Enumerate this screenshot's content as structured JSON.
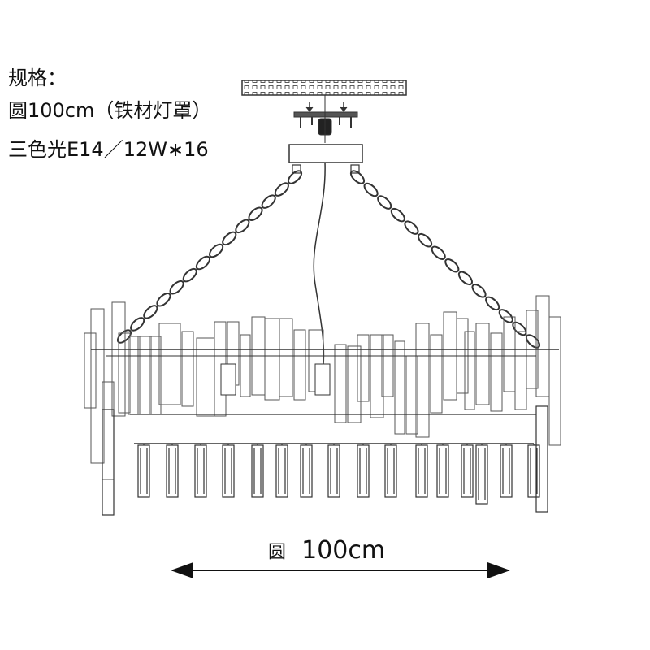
{
  "spec": {
    "title": "规格：",
    "size_line": "圆100cm（铁材灯罩）",
    "light_line": "三色光E14／12W∗16"
  },
  "dimension": {
    "prefix": "圆",
    "value": "100cm"
  },
  "colors": {
    "line": "#333333",
    "background": "#ffffff"
  },
  "icons": [
    "canopy-plate",
    "chain",
    "power-cord",
    "crystal-pendant",
    "dimension-arrow"
  ]
}
